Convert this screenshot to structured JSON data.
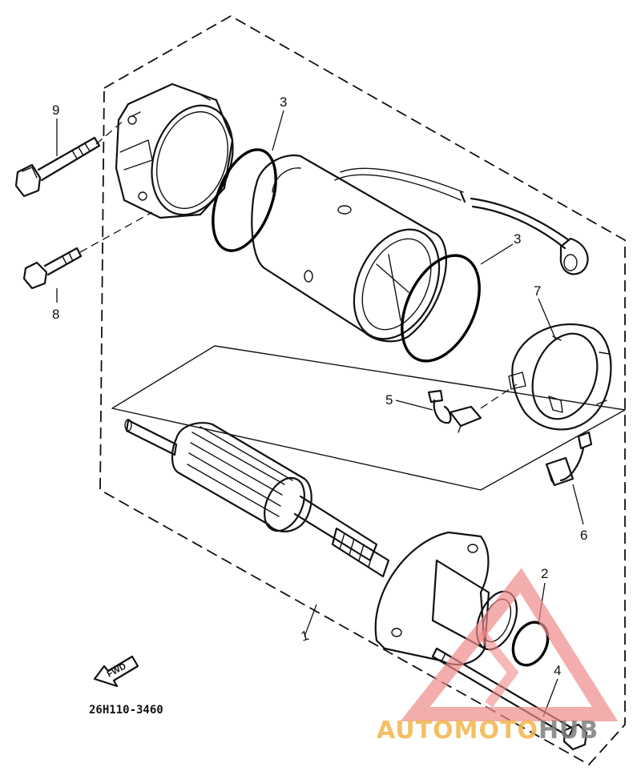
{
  "diagram": {
    "part_code": "26H110-3460",
    "direction_label": "FWD",
    "callouts": [
      {
        "id": "1",
        "label": "1"
      },
      {
        "id": "2",
        "label": "2"
      },
      {
        "id": "3a",
        "label": "3"
      },
      {
        "id": "3b",
        "label": "3"
      },
      {
        "id": "4",
        "label": "4"
      },
      {
        "id": "5",
        "label": "5"
      },
      {
        "id": "6",
        "label": "6"
      },
      {
        "id": "7",
        "label": "7"
      },
      {
        "id": "8",
        "label": "8"
      },
      {
        "id": "9",
        "label": "9"
      }
    ]
  },
  "watermark": {
    "text_main": "AUTOMOTO",
    "text_accent": "HUB",
    "color_main": "#f3b64a",
    "color_accent": "#7d7d7d",
    "triangle_color": "#f08a8a"
  }
}
